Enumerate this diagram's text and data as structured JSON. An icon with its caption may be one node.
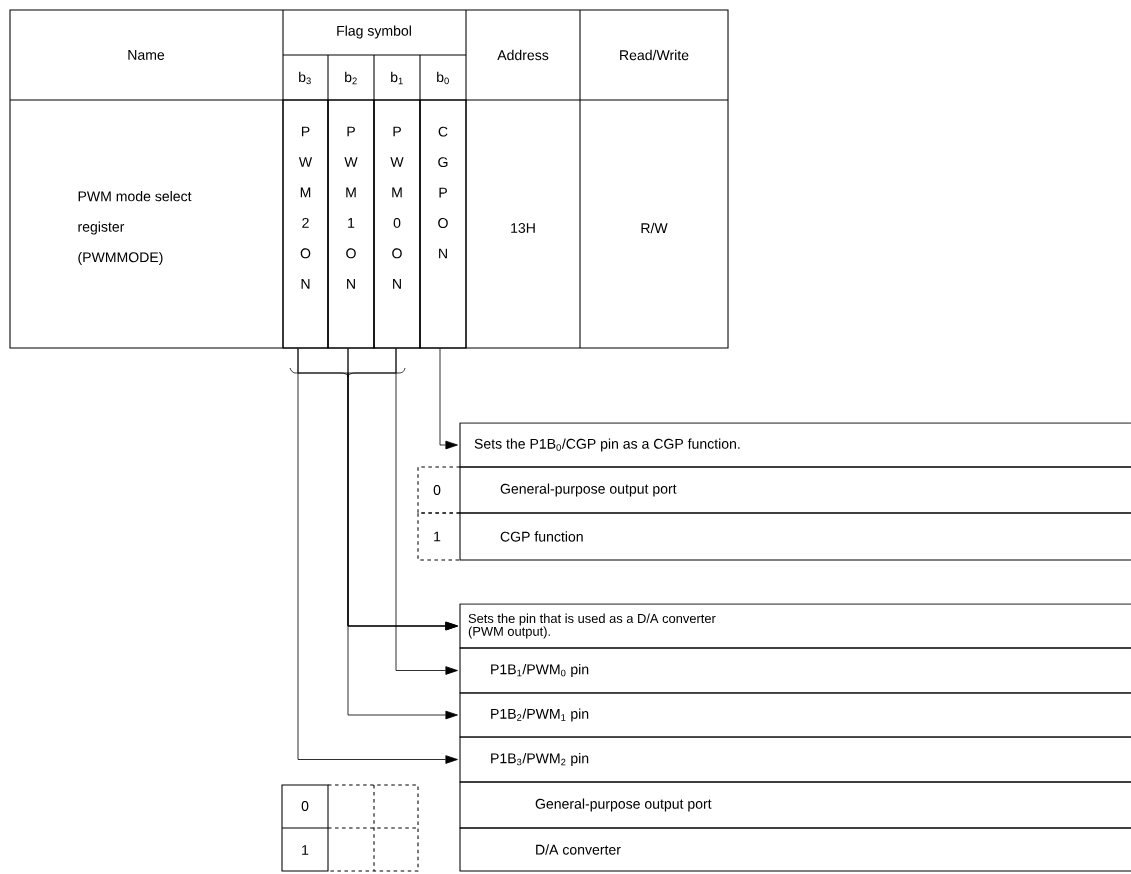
{
  "diagram": {
    "nodes": [
      {
        "text": [
          "P W M 2 O N"
        ]
      },
      {
        "text": [
          "P W M 1 O N"
        ]
      },
      {
        "text": [
          "P W M 0 O N"
        ]
      },
      {
        "text": [
          "C G P O N"
        ]
      },
      {
        "text": [
          "Sets the P1B$_{0}$/CGP pin as a CGP function."
        ]
      },
      {
        "text": [
          "General-purpose output port"
        ],
        "beside": [
          "0"
        ]
      },
      {
        "text": [
          "CGP function"
        ],
        "beside": [
          "1"
        ]
      },
      {
        "text": [
          "Sets the pin that is used as a D/A converter (PWM output)."
        ]
      },
      {
        "text": [
          "P1B$_{1}$/PWM$_{0}$ pin"
        ]
      },
      {
        "text": [
          "P1B$_{2}$/PWM$_{1}$ pin"
        ]
      },
      {
        "text": [
          "P1B$_{3}$/PWM$_{2}$ pin"
        ]
      },
      {
        "text": [
          "General-purpose output port"
        ]
      },
      {
        "text": [
          "D/A converter"
        ]
      }
    ],
    "edges": [
      {
        "from": 3,
        "to": 4,
        "arrow": "to"
      },
      {
        "from": 0,
        "to": 7,
        "arrow": "to"
      },
      {
        "from": 1,
        "to": 7,
        "arrow": "to"
      },
      {
        "from": 2,
        "to": 7,
        "arrow": "to"
      },
      {
        "from": 2,
        "to": 8,
        "arrow": "to"
      },
      {
        "from": 1,
        "to": 9,
        "arrow": "to"
      },
      {
        "from": 0,
        "to": 10,
        "arrow": "to"
      }
    ],
    "labels": [
      "Name",
      "Flag symbol",
      "b$_{3}$",
      "b$_{2}$",
      "b$_{1}$",
      "b$_{0}$",
      "Address",
      "Read/Write",
      "PWM mode select register (PWMMODE)",
      "13H",
      "R/W",
      "0",
      "1"
    ]
  }
}
